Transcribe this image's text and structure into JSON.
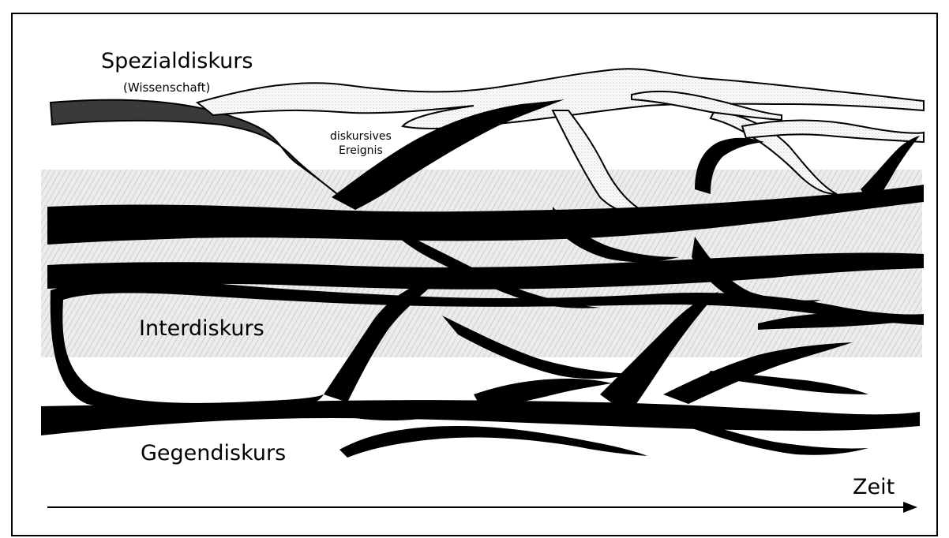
{
  "labels": {
    "spezialdiskurs": "Spezialdiskurs",
    "wissenschaft": "(Wissenschaft)",
    "diskursives": "diskursives",
    "ereignis": "Ereignis",
    "interdiskurs": "Interdiskurs",
    "gegendiskurs": "Gegendiskurs",
    "zeit": "Zeit"
  },
  "colors": {
    "band": "#e3e3e3",
    "stream": "#000000",
    "special_fill": "#f4f4f4",
    "border": "#000000"
  }
}
